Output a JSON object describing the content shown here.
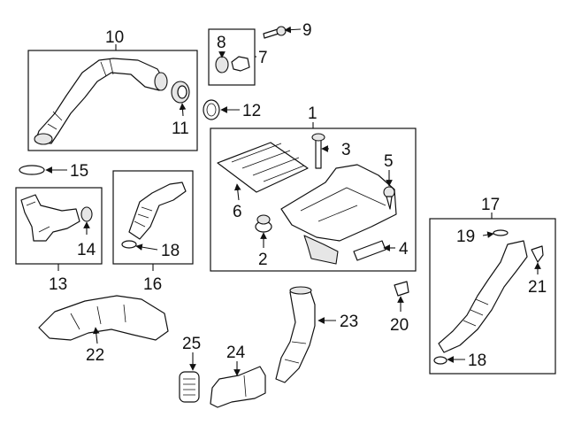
{
  "diagram": {
    "callouts": {
      "c1": "1",
      "c2": "2",
      "c3": "3",
      "c4": "4",
      "c5": "5",
      "c6": "6",
      "c7": "7",
      "c8": "8",
      "c9": "9",
      "c10": "10",
      "c11": "11",
      "c12": "12",
      "c13": "13",
      "c14": "14",
      "c15": "15",
      "c16": "16",
      "c17": "17",
      "c18a": "18",
      "c18b": "18",
      "c19": "19",
      "c20": "20",
      "c21": "21",
      "c22": "22",
      "c23": "23",
      "c24": "24",
      "c25": "25"
    }
  }
}
